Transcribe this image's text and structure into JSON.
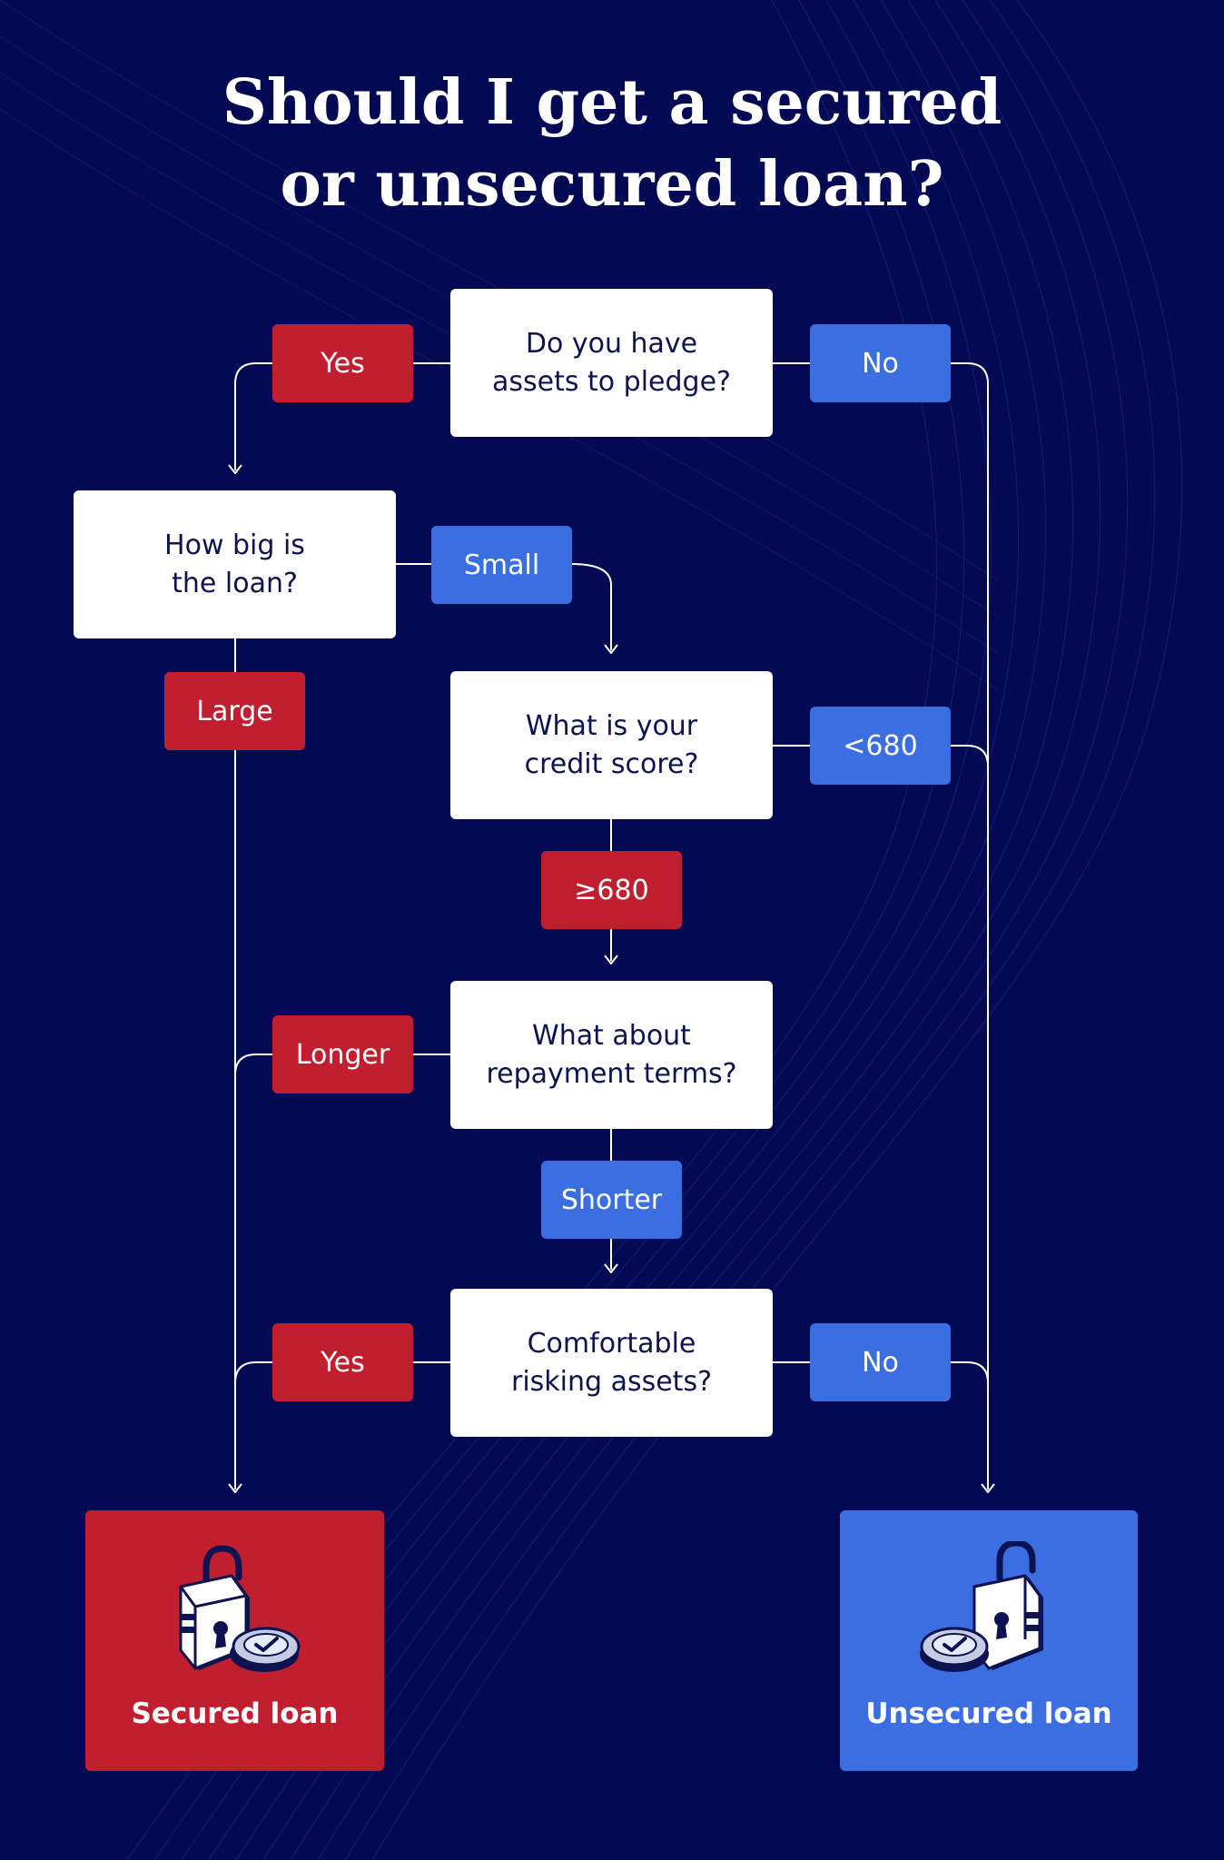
{
  "title": {
    "line1": "Should I get a secured",
    "line2": "or unsecured loan?"
  },
  "questions": {
    "assets": {
      "line1": "Do you have",
      "line2": "assets to pledge?"
    },
    "loan_size": {
      "line1": "How big is",
      "line2": "the loan?"
    },
    "credit": {
      "line1": "What is your",
      "line2": "credit score?"
    },
    "repayment": {
      "line1": "What about",
      "line2": "repayment terms?"
    },
    "risk": {
      "line1": "Comfortable",
      "line2": "risking assets?"
    }
  },
  "answers": {
    "assets_yes": "Yes",
    "assets_no": "No",
    "size_small": "Small",
    "size_large": "Large",
    "credit_low": "<680",
    "credit_high": "≥680",
    "terms_longer": "Longer",
    "terms_shorter": "Shorter",
    "risk_yes": "Yes",
    "risk_no": "No"
  },
  "results": {
    "secured": "Secured loan",
    "unsecured": "Unsecured loan"
  },
  "colors": {
    "background": "#030952",
    "secured_red": "#c11f30",
    "unsecured_blue": "#3b6ee0",
    "question_box": "#ffffff",
    "question_text": "#0c1350"
  },
  "icons": {
    "secured": "padlock-with-check-coin-icon",
    "unsecured": "open-padlock-with-check-coin-icon"
  }
}
